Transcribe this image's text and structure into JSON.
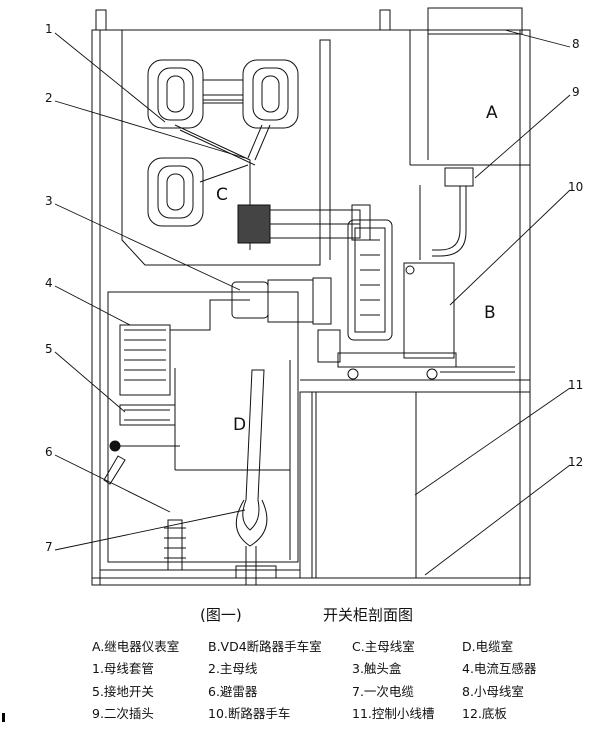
{
  "region_labels": {
    "A": "A",
    "B": "B",
    "C": "C",
    "D": "D"
  },
  "callout_numbers": [
    "1",
    "2",
    "3",
    "4",
    "5",
    "6",
    "7",
    "8",
    "9",
    "10",
    "11",
    "12"
  ],
  "caption": {
    "figure_no": "(图一)",
    "title": "开关柜剖面图"
  },
  "legend": [
    [
      "A.继电器仪表室",
      "B.VD4断路器手车室",
      "C.主母线室",
      "D.电缆室"
    ],
    [
      "1.母线套管",
      "2.主母线",
      "3.触头盒",
      "4.电流互感器"
    ],
    [
      "5.接地开关",
      "6.避雷器",
      "7.一次电缆",
      "8.小母线室"
    ],
    [
      "9.二次插头",
      "10.断路器手车",
      "11.控制小线槽",
      "12.底板"
    ]
  ]
}
